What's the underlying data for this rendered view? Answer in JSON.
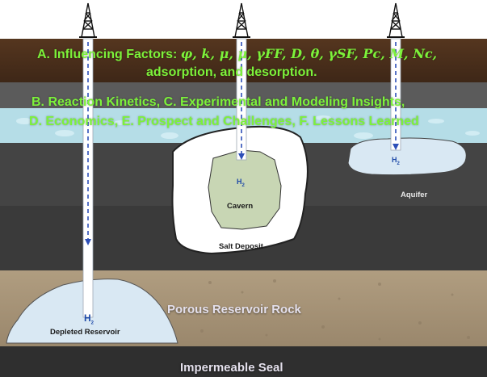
{
  "header": {
    "line1_prefix": "A. Influencing Factors: ",
    "line1_formula": "φ, k, μ, μ, γFF, D, θ, γSF, Pc, M, Nc,",
    "line2": "adsorption, and desorption.",
    "line3": "B. Reaction Kinetics, C. Experimental and Modeling Insights,",
    "line4": "D. Economics, E. Prospect and Challenges, F. Lessons Learned"
  },
  "features": {
    "cavern": {
      "gas": "H",
      "gas_sub": "2",
      "label": "Cavern"
    },
    "salt": {
      "label": "Salt Deposit"
    },
    "aquifer": {
      "gas": "H",
      "gas_sub": "2",
      "label": "Aquifer"
    },
    "depleted": {
      "gas": "H",
      "gas_sub": "2",
      "label": "Depleted Reservoir"
    }
  },
  "layers": {
    "porous": "Porous Reservoir Rock",
    "seal": "Impermeable Seal"
  },
  "colors": {
    "topsoil": "#4a2e1e",
    "water": "#b5dde7",
    "dark_rock": "#3b3b3b",
    "porous_rock": "#a8957a",
    "seal": "#2f2f2f",
    "ice": "#d9e8f3",
    "cavern_fill": "#c8d6b4",
    "text_green": "#7cf23a",
    "h2_blue": "#1f4aa8"
  }
}
